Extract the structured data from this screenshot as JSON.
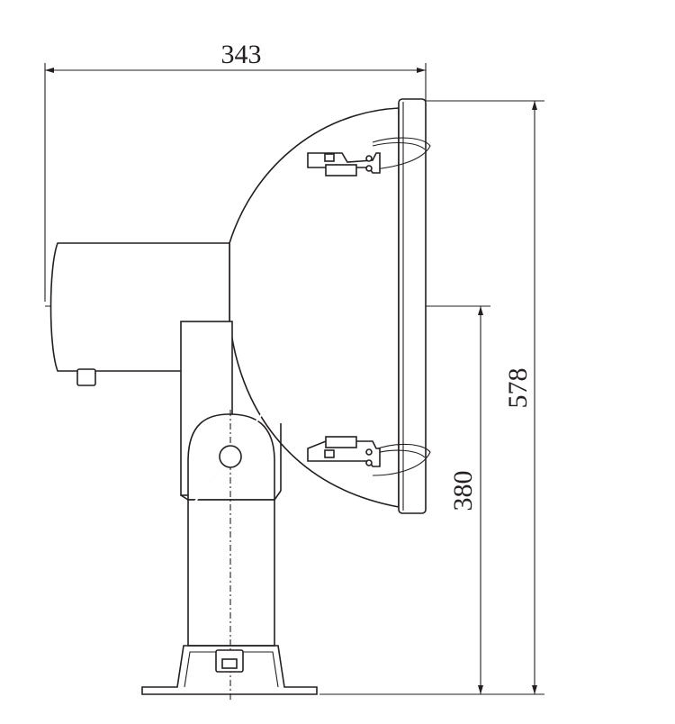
{
  "dimensions": {
    "width": "343",
    "height_total": "578",
    "height_pivot": "380"
  }
}
